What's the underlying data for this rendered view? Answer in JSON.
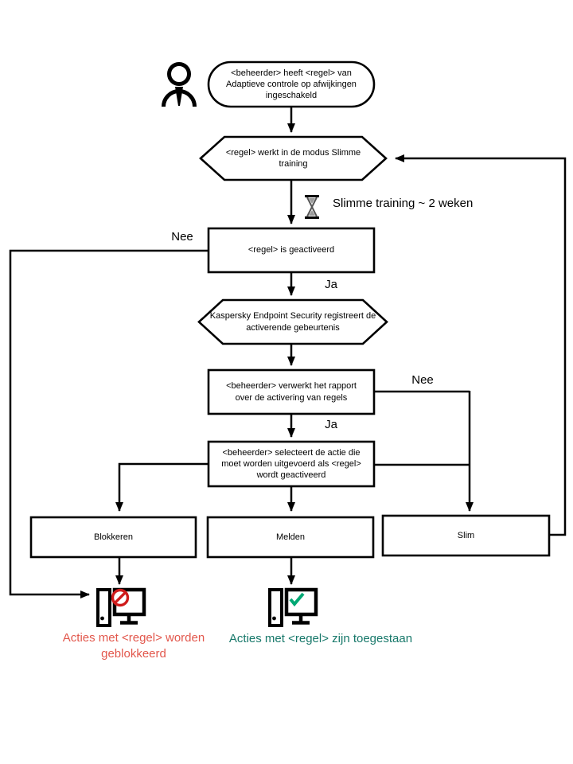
{
  "nodes": {
    "start": "<beheerder> heeft <regel> van Adaptieve controle op afwijkingen ingeschakeld",
    "mode": "<regel> werkt in de modus Slimme training",
    "triggered": "<regel> is geactiveerd",
    "registers": "Kaspersky Endpoint Security registreert de activerende gebeurtenis",
    "report": "<beheerder> verwerkt het rapport over de activering van regels",
    "select": "<beheerder> selecteert de actie die moet worden uitgevoerd als <regel> wordt geactiveerd",
    "action_block": "Blokkeren",
    "action_notify": "Melden",
    "action_smart": "Slim"
  },
  "labels": {
    "timer": "Slimme training ~ 2 weken",
    "no_left": "Nee",
    "yes_top": "Ja",
    "no_right": "Nee",
    "yes_bottom": "Ja"
  },
  "results": {
    "blocked": "Acties met <regel> worden geblokkeerd",
    "allowed": "Acties met <regel> zijn toegestaan"
  },
  "icons": {
    "person": "admin-person-icon",
    "hourglass": "hourglass-icon",
    "blocked_computer": "computer-blocked-icon",
    "allowed_computer": "computer-allowed-icon"
  },
  "colors": {
    "line": "#000000",
    "blocked_text": "#e2574c",
    "prohibit_red": "#cf1b1b",
    "allowed_text": "#17786a",
    "check_green": "#00a874"
  }
}
